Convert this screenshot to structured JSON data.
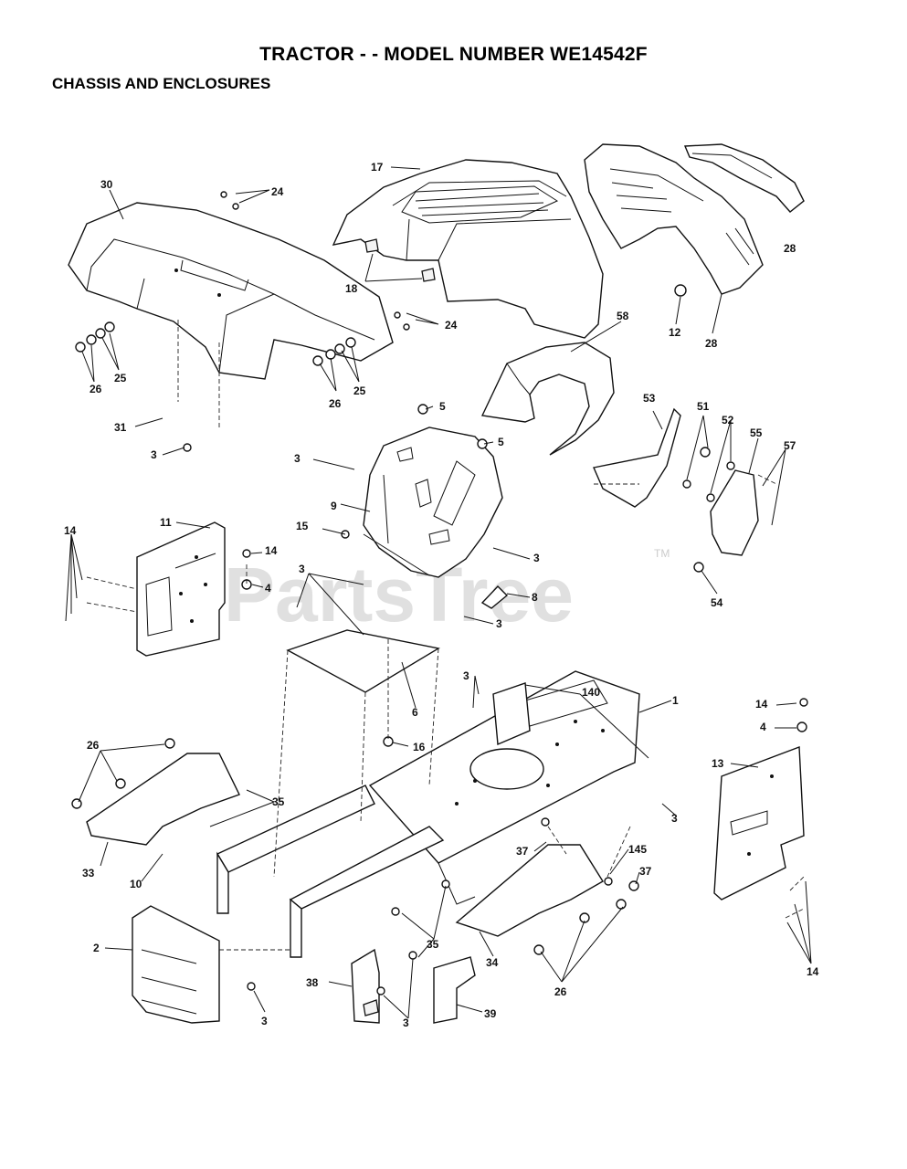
{
  "header": {
    "title": "TRACTOR - - MODEL NUMBER WE14542F",
    "subtitle": "CHASSIS AND ENCLOSURES"
  },
  "watermark": {
    "text": "PartsTree",
    "trademark": "TM"
  },
  "callouts": {
    "c17": "17",
    "c30": "30",
    "c24a": "24",
    "c24b": "24",
    "c28a": "28",
    "c28b": "28",
    "c18": "18",
    "c12": "12",
    "c25a": "25",
    "c25b": "25",
    "c26a": "26",
    "c26b": "26",
    "c58": "58",
    "c5a": "5",
    "c5b": "5",
    "c31": "31",
    "c3a": "3",
    "c3b": "3",
    "c53": "53",
    "c51": "51",
    "c52": "52",
    "c55": "55",
    "c57": "57",
    "c9": "9",
    "c11": "11",
    "c14a": "14",
    "c15": "15",
    "c14b": "14",
    "c3c": "3",
    "c4a": "4",
    "c3d": "3",
    "c8": "8",
    "c54": "54",
    "c3e": "3",
    "c6": "6",
    "c140": "140",
    "c3f": "3",
    "c1": "1",
    "c14c": "14",
    "c4b": "4",
    "c26c": "26",
    "c16": "16",
    "c13": "13",
    "c35a": "35",
    "c3g": "3",
    "c37a": "37",
    "c145": "145",
    "c33": "33",
    "c10": "10",
    "c37b": "37",
    "c2": "2",
    "c35b": "35",
    "c34": "34",
    "c26d": "26",
    "c14d": "14",
    "c38": "38",
    "c39": "39",
    "c3h": "3",
    "c3i": "3"
  }
}
